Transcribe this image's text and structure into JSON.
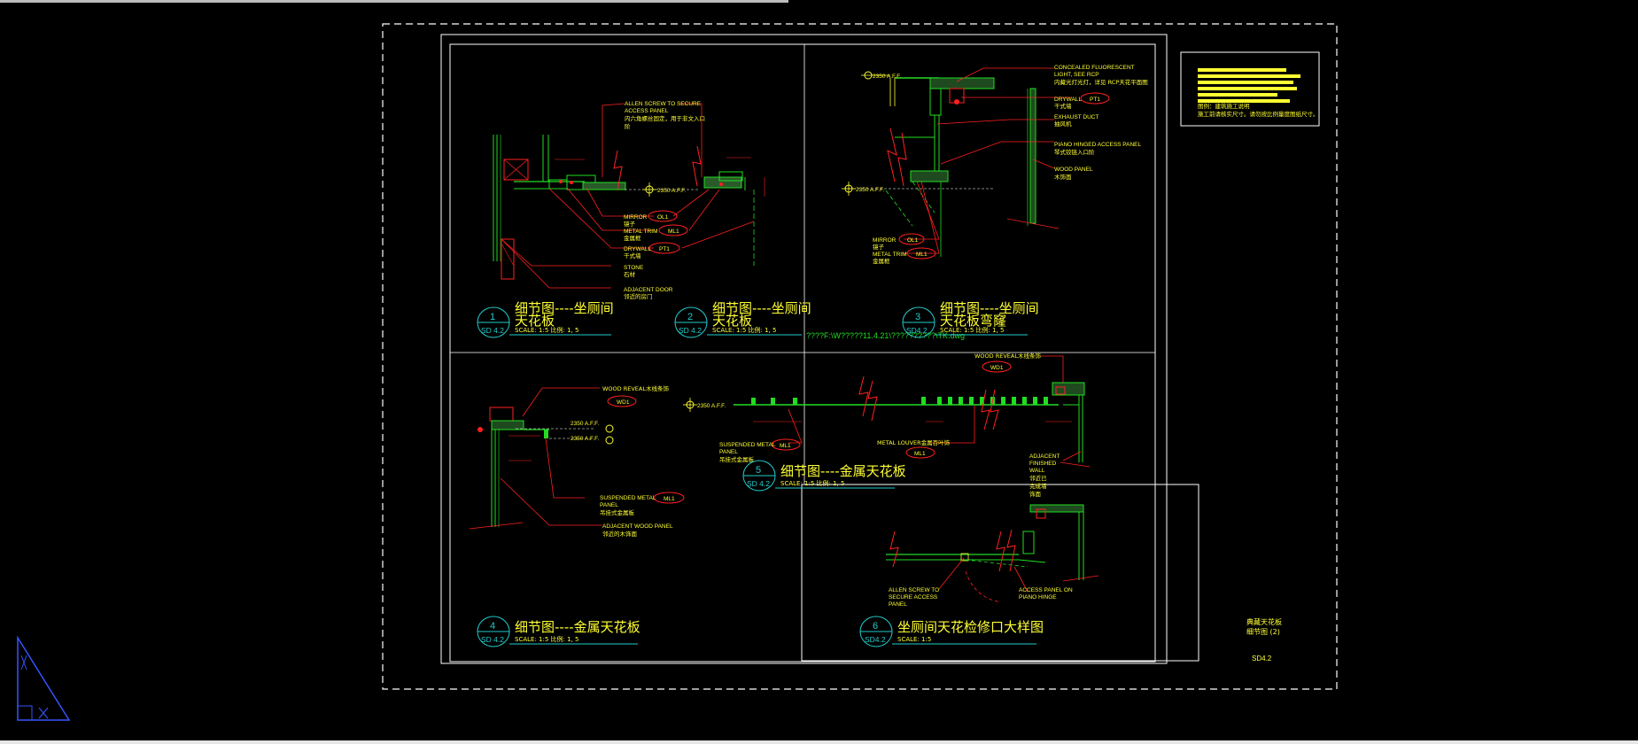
{
  "colors": {
    "background": "#000000",
    "frame": "#ffffff",
    "section_line": "#d0d0d0",
    "annotation": "#ff2020",
    "geometry": "#22dd22",
    "text": "#ffff33",
    "detail_marker": "#22cccc",
    "ucs": "#3355ff"
  },
  "title_block": {
    "sheet_title": "典藏天花板",
    "sheet_subtitle": "细节图 (2)",
    "sheet_number": "SD4.2"
  },
  "details": [
    {
      "num": "1",
      "ref": "SD 4.2",
      "title_line1": "细节图----坐厕间",
      "title_line2": "天花板",
      "scale": "SCALE: 1:5 比例: 1, 5"
    },
    {
      "num": "2",
      "ref": "SD 4.2",
      "title_line1": "细节图----坐厕间",
      "title_line2": "天花板",
      "scale": "SCALE: 1:5 比例: 1, 5"
    },
    {
      "num": "3",
      "ref": "SD4.2",
      "title_line1": "细节图----坐厕间",
      "title_line2": "天花板弯窿",
      "scale": "SCALE: 1:5 比例: 1, 5"
    },
    {
      "num": "4",
      "ref": "SD 4.2",
      "title_line1": "细节图----金属天花板",
      "title_line2": "",
      "scale": "SCALE: 1:5 比例: 1, 5"
    },
    {
      "num": "5",
      "ref": "SD 4.2",
      "title_line1": "细节图----金属天花板",
      "title_line2": "",
      "scale": "SCALE: 1:5 比例: 1, 5"
    },
    {
      "num": "6",
      "ref": "SD4.2",
      "title_line1": "坐厕间天花检修口大样图",
      "title_line2": "",
      "scale": "SCALE: 1:5"
    }
  ],
  "xref_path": "????F:\\W?????11.4.21\\??????????\\TK.dwg",
  "labels": {
    "allen1": "ALLEN SCREW TO SECURE",
    "allen2": "ACCESS PANEL",
    "allen3": "内六角螺丝固定，用于非文入口",
    "allen4": "阶",
    "aff": "2350 A.F.F.",
    "mirror": "MIRROR",
    "mirror_cn": "镜子",
    "ol1": "OL1",
    "metaltrim": "METAL TRIM",
    "metaltrim_cn": "金属框",
    "ml1": "ML1",
    "drywall": "DRYWALL",
    "drywall_cn": "干式墙",
    "pt1": "PT1",
    "stone": "STONE",
    "stone_cn": "石材",
    "adjdoor": "ADJACENT DOOR",
    "adjdoor_cn": "邻近的房门",
    "conc1": "CONCEALED FLUORESCENT",
    "conc2": "LIGHT, SEE RCP",
    "conc3": "内藏光灯光灯，详见 RCP天花平面图",
    "exhaust": "EXHAUST DUCT",
    "exhaust_cn": "抽风机",
    "piano1": "PIANO HINGED ACCESS PANEL",
    "piano2": "琴式铰链入口阶",
    "woodpanel": "WOOD PANEL",
    "woodpanel_cn": "木饰面",
    "woodreveal": "WOOD REVEAL木线条饰",
    "wd1": "WD1",
    "susp1": "SUSPENDED METAL",
    "susp2": "PANEL",
    "susp3": "吊挂式金属板",
    "adjwood1": "ADJACENT WOOD PANEL",
    "adjwood2": "邻近的木饰面",
    "louver": "METAL LOUVER金属百叶饰",
    "adjwall1": "ADJACENT",
    "adjwall2": "FINISHED",
    "adjwall3": "WALL",
    "adjwall4": "邻近已",
    "adjwall5": "完成墙",
    "adjwall6": "饰面",
    "allen6a": "ALLEN SCREW TO",
    "allen6b": "SECURE ACCESS",
    "allen6c": "PANEL",
    "ap1": "ACCESS PANEL ON",
    "ap2": "PIANO HINGE",
    "note1": "图例：建筑施工说明",
    "note2": "施工前请核实尺寸。请勿按比例量度图纸尺寸。"
  }
}
